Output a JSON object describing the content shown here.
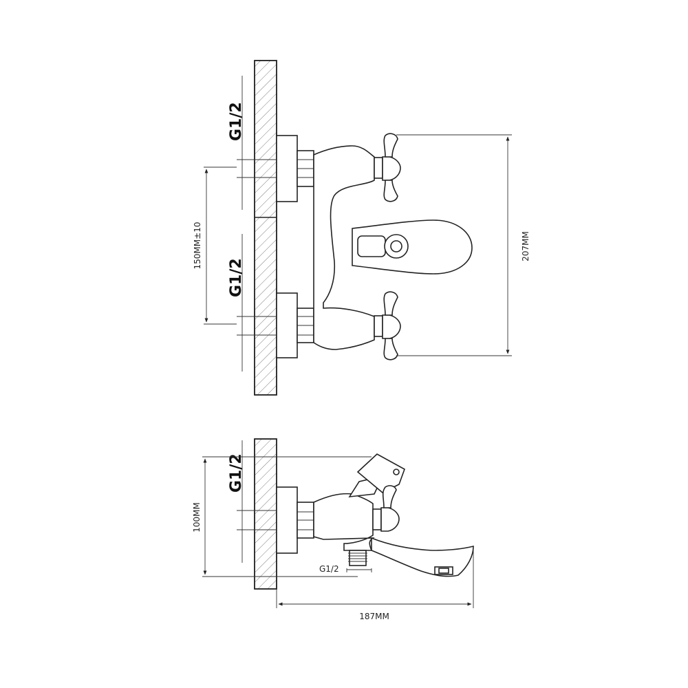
{
  "front_view": {
    "top_thread_label": "G1/2",
    "bottom_thread_label": "G1/2",
    "center_distance_label": "150MM±10",
    "height_label": "207MM"
  },
  "side_view": {
    "thread_label": "G1/2",
    "height_label": "100MM",
    "outlet_thread_label": "G1/2",
    "depth_label": "187MM"
  }
}
